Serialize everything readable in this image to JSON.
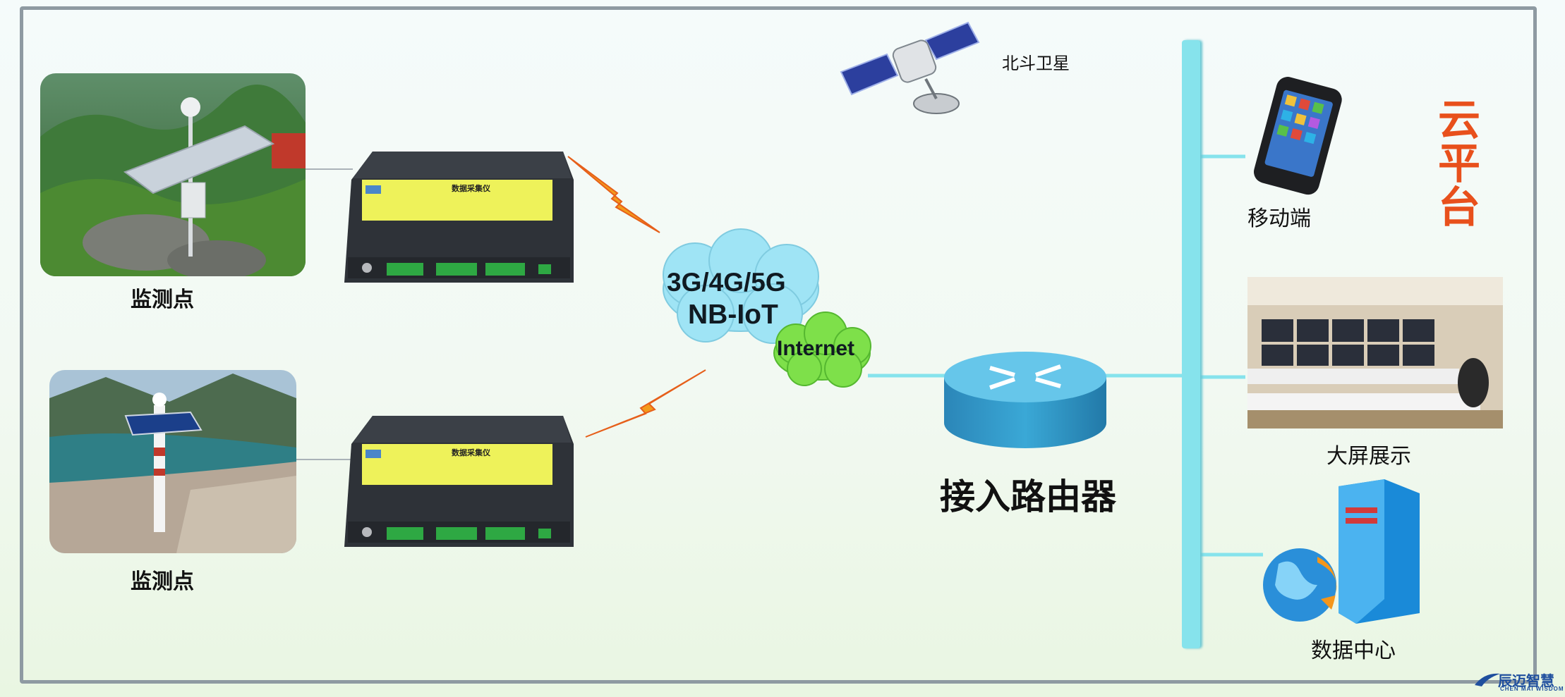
{
  "monitoring_points": [
    {
      "label": "监测点"
    },
    {
      "label": "监测点"
    }
  ],
  "collectors": [
    {
      "title": "数据采集仪"
    },
    {
      "title": "数据采集仪"
    }
  ],
  "satellite": {
    "label": "北斗卫星"
  },
  "network_cloud": {
    "line1": "3G/4G/5G",
    "line2": "NB-IoT"
  },
  "internet_cloud": {
    "label": "Internet"
  },
  "router": {
    "label": "接入路由器"
  },
  "cloud_platform": {
    "label": "云平台"
  },
  "endpoints": {
    "mobile": "移动端",
    "big_screen": "大屏展示",
    "data_center": "数据中心"
  },
  "logo": {
    "cn": "辰迈智慧",
    "en": "CHEN MAI WISDOM"
  },
  "colors": {
    "bus": "#86e3ec",
    "cloud_blue": "#9fe4f5",
    "cloud_green": "#7ee04a",
    "router": "#3aa8d6",
    "accent_orange": "#e8501c",
    "device_label": "#eef25a"
  }
}
